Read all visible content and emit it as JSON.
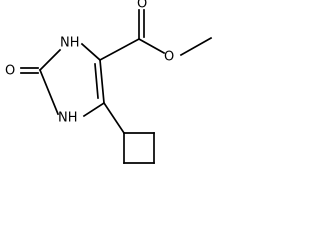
{
  "atoms": {
    "o_ring_carbonyl": "O",
    "n_top": "NH",
    "n_bottom": "NH",
    "o_ester_carbonyl": "O",
    "o_ester_link": "O"
  },
  "bond_color": "#000000",
  "background": "#ffffff"
}
